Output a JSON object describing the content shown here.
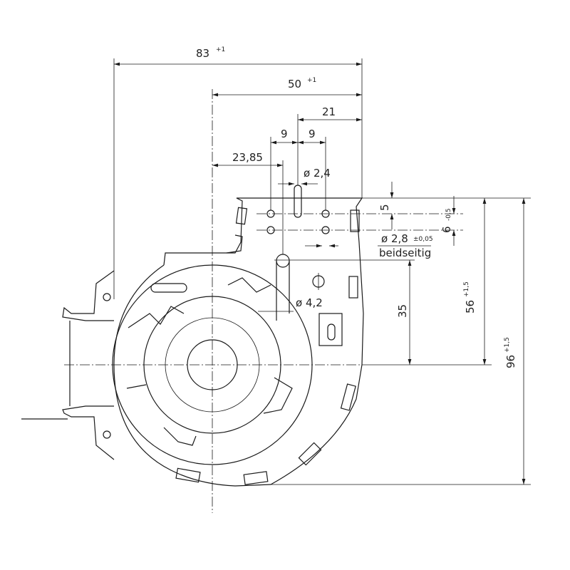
{
  "drawing": {
    "dims": {
      "overall_width": "83",
      "overall_width_tol": "+1",
      "width_50": "50",
      "width_50_tol": "+1",
      "d21": "21",
      "d9a": "9",
      "d9b": "9",
      "d2385": "23,85",
      "hole_24": "ø 2,4",
      "d5": "5",
      "d6": "6",
      "d6_tol": "-0,5",
      "hole_28": "ø 2,8",
      "hole_28_tol": "±0,05",
      "both_sides": "beidseitig",
      "d35": "35",
      "hole_42": "ø 4,2",
      "d56": "56",
      "d56_tol": "+1,5",
      "d96": "96",
      "d96_tol": "+1,5"
    }
  }
}
